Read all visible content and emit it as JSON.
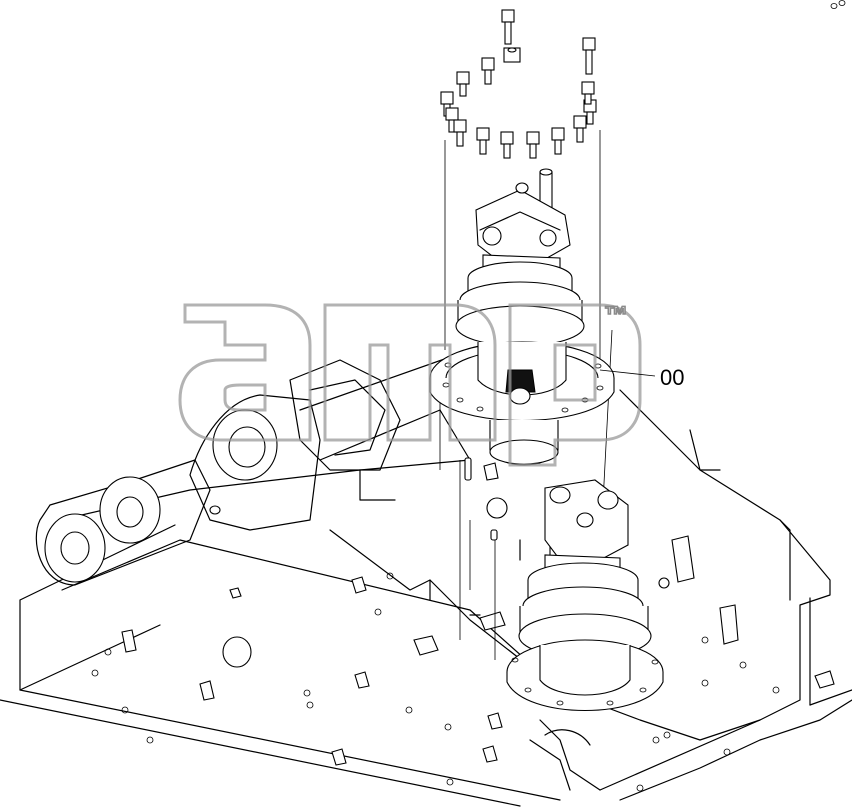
{
  "diagram": {
    "callouts": [
      {
        "id": "swing-motor",
        "label": "00"
      }
    ],
    "watermark": {
      "text": "amp",
      "trademark": "™"
    },
    "colors": {
      "line": "#000000",
      "background": "#ffffff",
      "watermark": "#9a9a9a"
    }
  }
}
